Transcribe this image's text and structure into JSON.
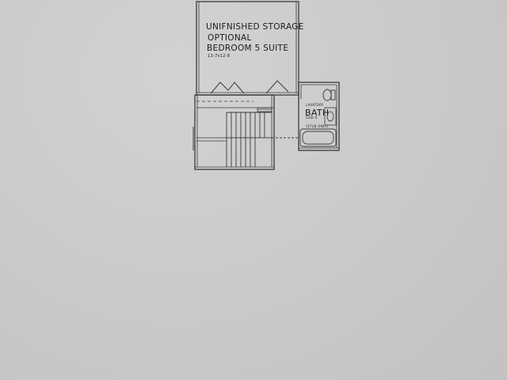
{
  "plan": {
    "storage_label": "UNIFNISHED STORAGE",
    "optional_label": "OPTIONAL",
    "bedroom_label": "BEDROOM 5 SUITE",
    "bedroom_dims": "13-7x12-8",
    "bath_label": "BATH",
    "bath_dims": "5x8-4",
    "bath_note": "(STUB ONLY)",
    "lavatory_label": "LAVATORY"
  },
  "colors": {
    "paper": "#c9c9c9",
    "ink": "#3a3a3a"
  }
}
